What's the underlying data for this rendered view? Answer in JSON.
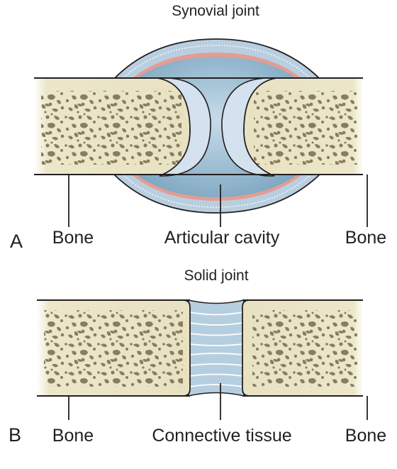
{
  "panels": {
    "a": {
      "letter": "A",
      "title": "Synovial joint",
      "labels": {
        "bone_left": "Bone",
        "cavity": "Articular cavity",
        "bone_right": "Bone"
      }
    },
    "b": {
      "letter": "B",
      "title": "Solid joint",
      "labels": {
        "bone_left": "Bone",
        "tissue": "Connective tissue",
        "bone_right": "Bone"
      }
    }
  },
  "colors": {
    "bone_fill": "#ece7c8",
    "bone_pore": "#8a7c61",
    "capsule_blue": "#b6cfe0",
    "cavity_blue": "#8fb4cc",
    "cartilage": "#d4e1ee",
    "synovial_membrane": "#e39a90",
    "outline": "#231f20"
  }
}
